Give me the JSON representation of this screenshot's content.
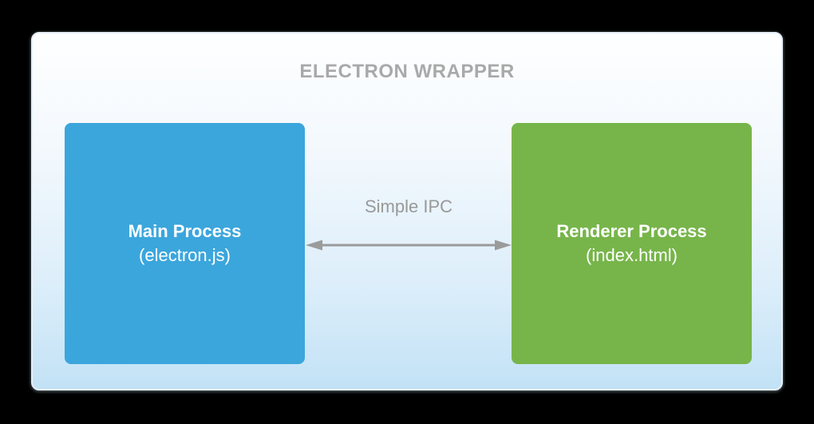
{
  "diagram": {
    "title": "ELECTRON WRAPPER",
    "colors": {
      "canvas_background": "#000000",
      "wrapper_gradient_top": "#feffff",
      "wrapper_gradient_bottom": "#c2e2f6",
      "wrapper_border": "#e6eff7",
      "title_text": "#a9a9a9",
      "main_process_fill": "#3ba6dc",
      "renderer_process_fill": "#77b54a",
      "node_text": "#ffffff",
      "arrow": "#9b9b9b",
      "connection_label_text": "#999999"
    },
    "nodes": [
      {
        "title": "Main Process",
        "subtitle": "(electron.js)"
      },
      {
        "title": "Renderer Process",
        "subtitle": "(index.html)"
      }
    ],
    "connection": {
      "label": "Simple IPC",
      "type": "bidirectional"
    }
  }
}
